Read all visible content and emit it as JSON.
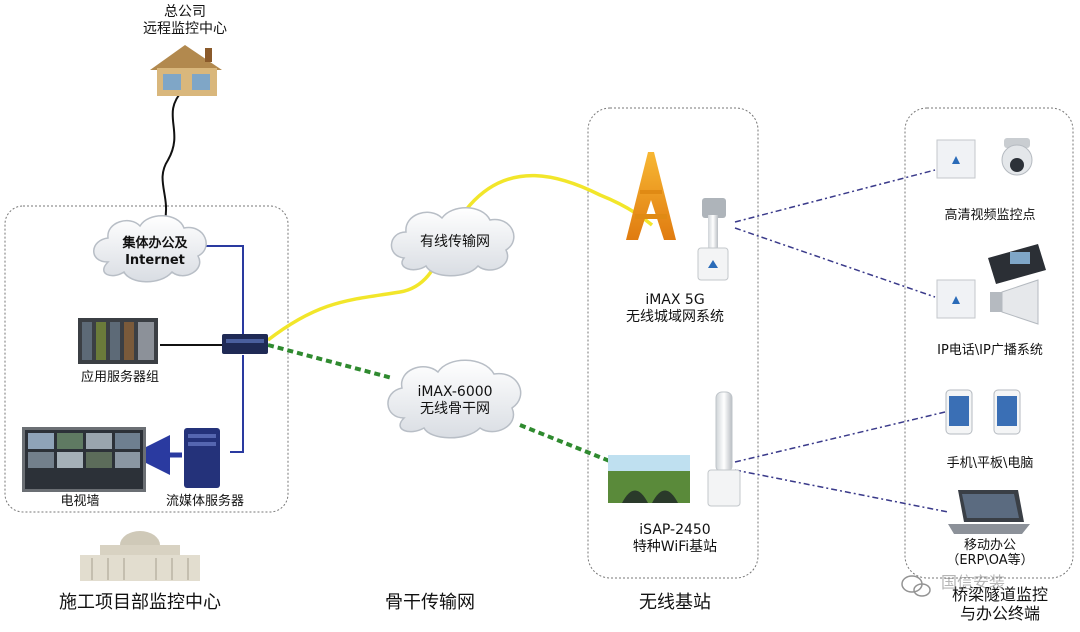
{
  "labels": {
    "hq": "总公司\n远程监控中心",
    "cloud_office": "集体办公及",
    "cloud_internet": "Internet",
    "app_servers": "应用服务器组",
    "tv_wall": "电视墙",
    "media_server": "流媒体服务器",
    "wired_net": "有线传输网",
    "imax6000": "iMAX-6000\n无线骨干网",
    "imax5g": "iMAX 5G\n无线城域网系统",
    "isap": "iSAP-2450\n特种WiFi基站",
    "hd_video": "高清视频监控点",
    "ip_phone": "IP电话\\IP广播系统",
    "mobile": "手机\\平板\\电脑",
    "mobile_office": "移动办公\n（ERP\\OA等）",
    "sec_site": "施工项目部监控中心",
    "sec_backbone": "骨干传输网",
    "sec_bs": "无线基站",
    "sec_terminal": "桥梁隧道监控\n与办公终端",
    "watermark": "国信安装"
  },
  "colors": {
    "wired_link": "#f2e62a",
    "wireless_backbone": "#2f8a2f",
    "lan_link": "#2a3aa0",
    "wireless_access": "#3a3a8a",
    "frame": "#777777"
  },
  "icons": [
    "house-icon",
    "cloud-icon",
    "switch-icon",
    "server-rack-icon",
    "tv-wall-icon",
    "server-tower-icon",
    "capitol-building-icon",
    "tower-icon",
    "antenna-icon",
    "tunnel-photo-icon",
    "omni-antenna-icon",
    "access-point-icon",
    "dome-camera-icon",
    "desk-phone-icon",
    "loudspeaker-icon",
    "smartphone-icon",
    "laptop-icon",
    "wechat-icon"
  ]
}
